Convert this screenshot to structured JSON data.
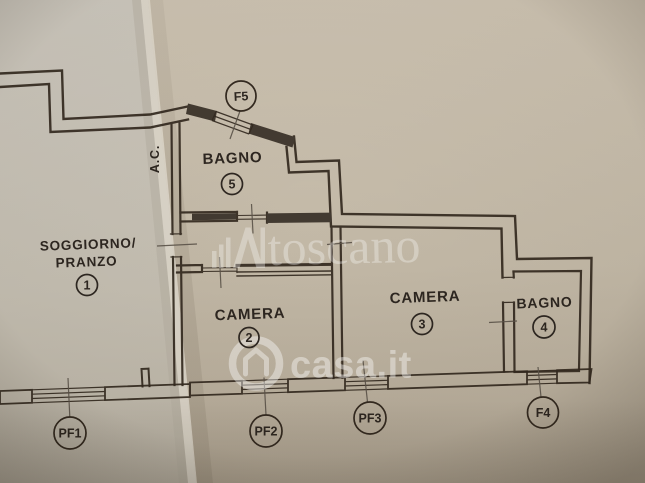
{
  "rooms": {
    "soggiorno": {
      "line1": "SOGGIORNO/",
      "line2": "PRANZO",
      "number": "1"
    },
    "camera2": {
      "label": "CAMERA",
      "number": "2"
    },
    "camera3": {
      "label": "CAMERA",
      "number": "3"
    },
    "bagno4": {
      "label": "BAGNO",
      "number": "4"
    },
    "bagno5": {
      "label": "BAGNO",
      "number": "5"
    },
    "ac": {
      "label": "A.C."
    }
  },
  "openings": {
    "f5": "F5",
    "pf1": "PF1",
    "pf2": "PF2",
    "pf3": "PF3",
    "f4": "F4"
  },
  "watermarks": {
    "agency": "toscano",
    "portal": "casa.it"
  },
  "colors": {
    "paper_left_top": "#cac5bb",
    "paper_left_bottom": "#bab3a5",
    "paper_right_top": "#cbc1b0",
    "paper_right_bottom": "#b1a694",
    "wall_line": "#33291f",
    "tick_line": "#5a5248",
    "label_text": "#2d2620",
    "watermark": "#ffffff"
  }
}
